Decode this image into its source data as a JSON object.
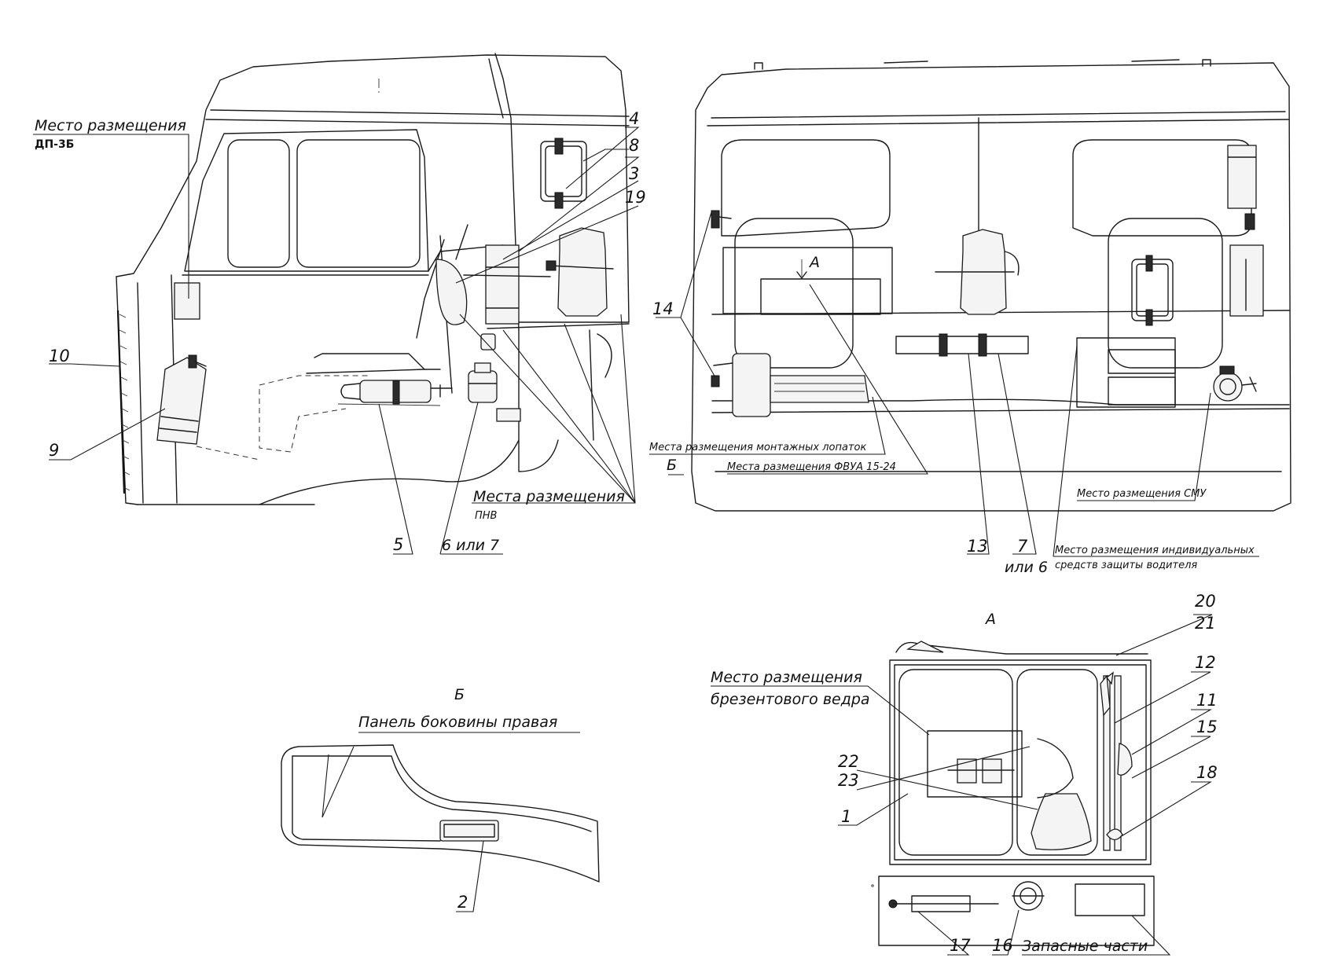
{
  "labels": {
    "dp3b_place": "Место размещения",
    "dp3b_name": "ДП-3Б",
    "pnv_place": "Места размещения",
    "pnv_name": "ПНВ",
    "shovels_place": "Места размещения монтажных лопаток",
    "fvua_place": "Места размещения ФВУА 15-24",
    "smu_place": "Место размещения СМУ",
    "ppe_place_line1": "Место размещения индивидуальных",
    "ppe_place_line2": "средств защиты водителя",
    "bucket_place_line1": "Место размещения",
    "bucket_place_line2": "брезентового ведра",
    "panel_title": "Панель боковины правая",
    "spare_parts": "Запасные части",
    "view_a_marker": "А",
    "view_a_title": "А",
    "view_b_marker": "Б",
    "view_b_title": "Б"
  },
  "callouts": {
    "n1": "1",
    "n2": "2",
    "n3": "3",
    "n4": "4",
    "n5": "5",
    "n6or7": "6 или 7",
    "n7": "7",
    "n7or6_line2": "или 6",
    "n8": "8",
    "n9": "9",
    "n10": "10",
    "n11": "11",
    "n12": "12",
    "n13": "13",
    "n14": "14",
    "n15": "15",
    "n16": "16",
    "n17": "17",
    "n18": "18",
    "n19": "19",
    "n20": "20",
    "n21": "21",
    "n22": "22",
    "n23": "23"
  }
}
